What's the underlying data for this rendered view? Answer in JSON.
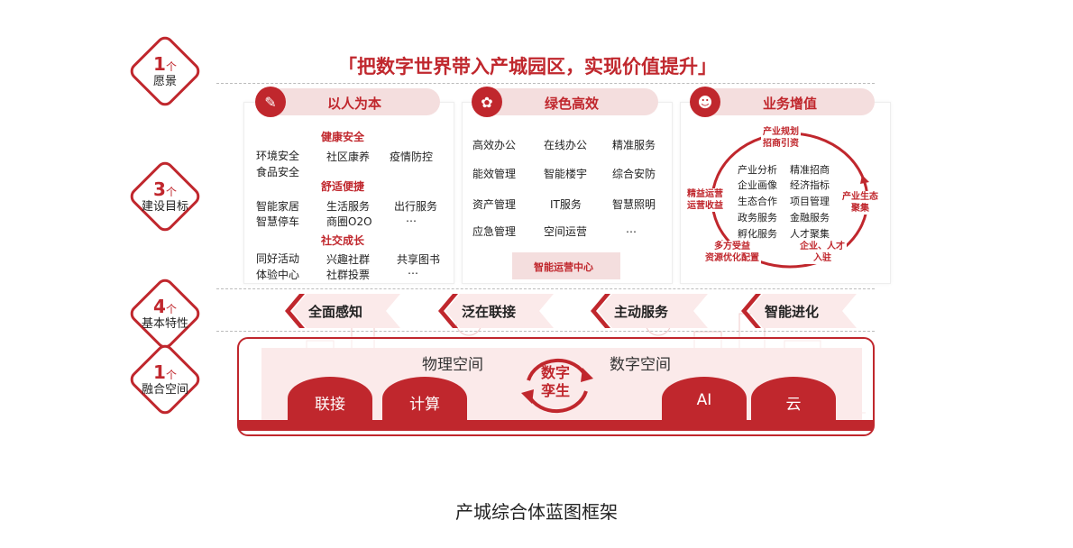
{
  "vision": {
    "num": "1",
    "unit": "个",
    "label": "愿景",
    "title": "「把数字世界带入产城园区，实现价值提升」"
  },
  "goals": {
    "num": "3",
    "unit": "个",
    "label": "建设目标",
    "card1": {
      "title": "以人为本",
      "cat1": "健康安全",
      "cat2": "舒适便捷",
      "cat3": "社交成长",
      "items": [
        "环境安全",
        "食品安全",
        "社区康养",
        "疫情防控",
        "智能家居",
        "智慧停车",
        "生活服务",
        "商圈O2O",
        "出行服务",
        "…",
        "同好活动",
        "体验中心",
        "兴趣社群",
        "社群投票",
        "共享图书",
        "…"
      ]
    },
    "card2": {
      "title": "绿色高效",
      "items": [
        "高效办公",
        "在线办公",
        "精准服务",
        "能效管理",
        "智能楼宇",
        "综合安防",
        "资产管理",
        "IT服务",
        "智慧照明",
        "应急管理",
        "空间运营",
        "…"
      ],
      "center": "智能运营中心"
    },
    "card3": {
      "title": "业务增值",
      "ring": {
        "top1": "产业规划",
        "top2": "招商引资",
        "right1": "产业生态",
        "right2": "聚集",
        "bottomright1": "企业、人才",
        "bottomright2": "入驻",
        "bottomleft1": "多方受益",
        "bottomleft2": "资源优化配置",
        "left1": "精益运营",
        "left2": "运营收益"
      },
      "items": [
        "产业分析",
        "精准招商",
        "企业画像",
        "经济指标",
        "生态合作",
        "项目管理",
        "政务服务",
        "金融服务",
        "孵化服务",
        "人才聚集"
      ]
    }
  },
  "features": {
    "num": "4",
    "unit": "个",
    "label": "基本特性",
    "items": [
      "全面感知",
      "泛在联接",
      "主动服务",
      "智能进化"
    ]
  },
  "space": {
    "num": "1",
    "unit": "个",
    "label": "融合空间",
    "physical": "物理空间",
    "digital": "数字空间",
    "twin1": "数字",
    "twin2": "孪生",
    "blocks": [
      "联接",
      "计算",
      "AI",
      "云"
    ]
  },
  "caption": "产城综合体蓝图框架",
  "colors": {
    "accent": "#c0272d",
    "pill": "#f4dede"
  }
}
